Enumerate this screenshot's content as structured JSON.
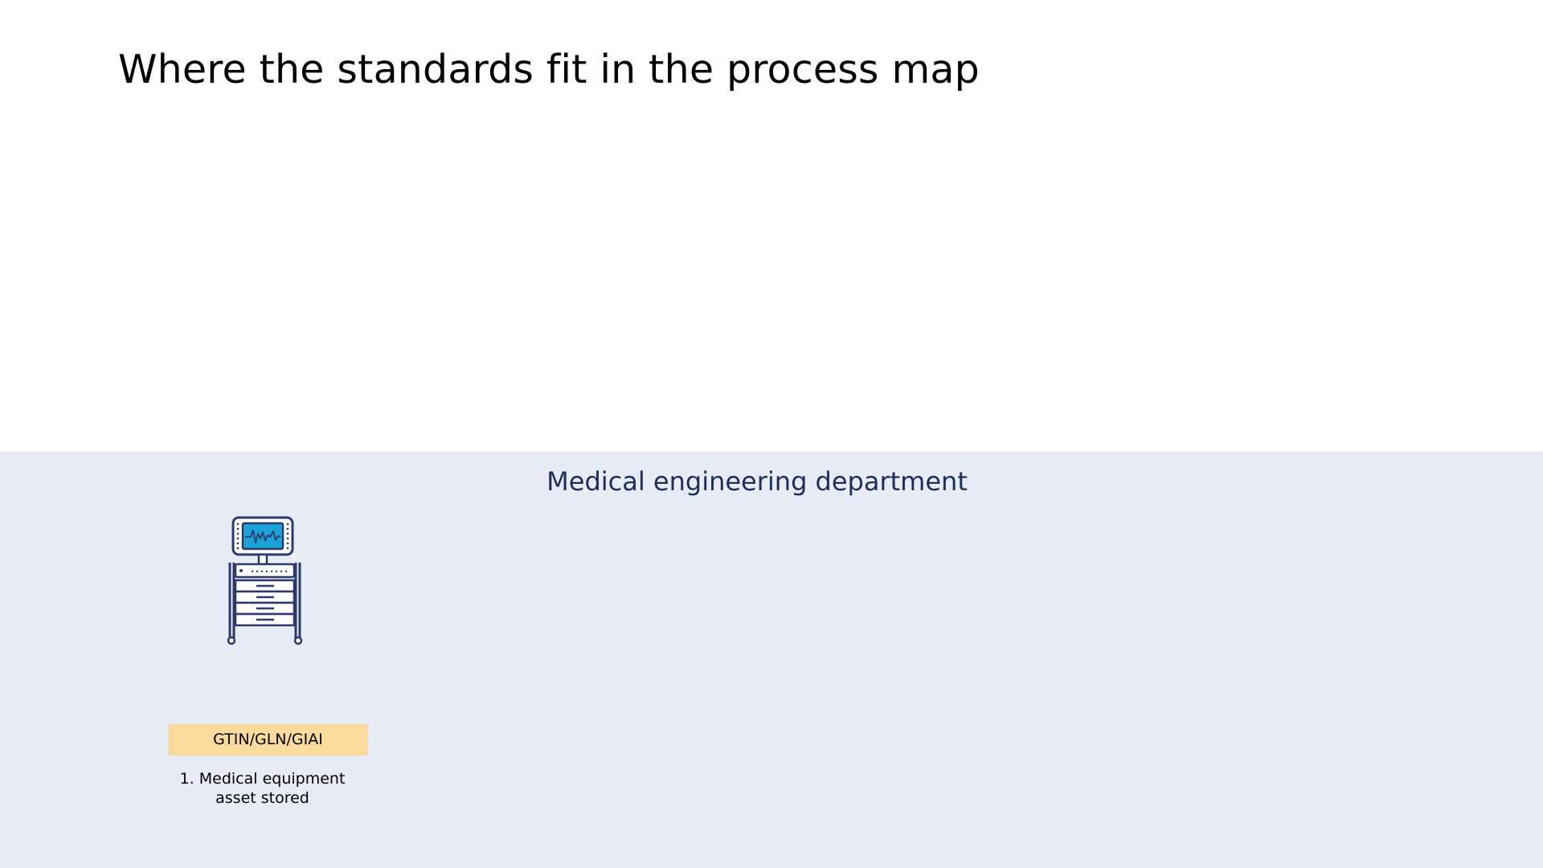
{
  "slide": {
    "title": "Where the standards fit in the process map"
  },
  "swimlane": {
    "title": "Medical engineering department",
    "background_color": "#e8ecf7",
    "steps": [
      {
        "icon": "medical-equipment-cart-icon",
        "standard": "GTIN/GLN/GIAI",
        "standard_color": "#fbdb9d",
        "label": "1. Medical equipment\nasset stored"
      }
    ]
  }
}
